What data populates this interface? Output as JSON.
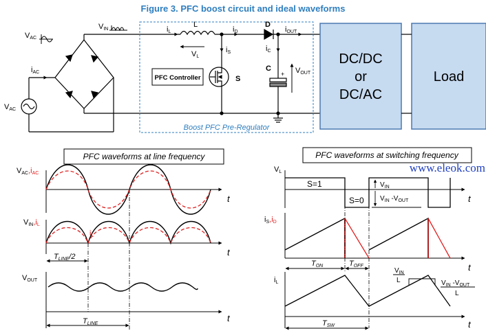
{
  "figure": {
    "number_label": "Figure 3.",
    "title": "PFC boost circuit and ideal waveforms"
  },
  "circuit": {
    "vac": "V",
    "vac_sub": "AC",
    "vin": "V",
    "vin_sub": "IN",
    "iac": "i",
    "iac_sub": "AC",
    "il": "i",
    "il_sub": "L",
    "inductor": "L",
    "vl": "V",
    "vl_sub": "L",
    "diode": "D",
    "id": "i",
    "id_sub": "D",
    "is": "i",
    "is_sub": "S",
    "ic": "i",
    "ic_sub": "C",
    "cap": "C",
    "cap_plus": "+",
    "vout": "V",
    "vout_sub": "OUT",
    "iout": "i",
    "iout_sub": "OUT",
    "switch": "S",
    "pfc_controller": "PFC Controller",
    "boost_caption": "Boost PFC Pre-Regulator",
    "dcdc_line1": "DC/DC",
    "dcdc_line2": "or",
    "dcdc_line3": "DC/AC",
    "load": "Load",
    "block_color": "#c6daf0",
    "dash_color": "#2e7ebf"
  },
  "line_freq": {
    "title": "PFC waveforms at line frequency",
    "vac_label": "V",
    "vac_sub": "AC",
    "comma": ",",
    "iac_label": "i",
    "iac_sub": "AC",
    "vin_label": "V",
    "vin_sub": "IN",
    "il_label": "i",
    "il_sub": "L",
    "il_curve_label": "i",
    "il_curve_sub": "L",
    "vout_label": "V",
    "vout_sub": "OUT",
    "t_axis": "t",
    "tline_half": "T",
    "tline_half_sub": "LINE",
    "tline_half_suffix": "/2",
    "tline": "T",
    "tline_sub": "LINE"
  },
  "switch_freq": {
    "title": "PFC waveforms at switching frequency",
    "watermark": "www.eleok.com",
    "vl_label": "V",
    "vl_sub": "L",
    "s1": "S=1",
    "s0": "S=0",
    "vin_note": "V",
    "vin_note_sub": "IN",
    "vinvout_note": "V",
    "vinvout_note_sub1": "IN",
    "vinvout_note_mid": " -V",
    "vinvout_note_sub2": "OUT",
    "is_label": "i",
    "is_sub": "S",
    "comma": ",",
    "id_label": "i",
    "id_sub": "D",
    "ton": "T",
    "ton_sub": "ON",
    "toff": "T",
    "toff_sub": "OFF",
    "il_label": "i",
    "il_sub": "L",
    "slope1_num": "V",
    "slope1_num_sub": "IN",
    "slope1_den": "L",
    "slope2_num": "V",
    "slope2_num_sub1": "IN",
    "slope2_num_mid": " -V",
    "slope2_num_sub2": "OUT",
    "slope2_den": "L",
    "tsw": "T",
    "tsw_sub": "SW",
    "t_axis": "t"
  }
}
